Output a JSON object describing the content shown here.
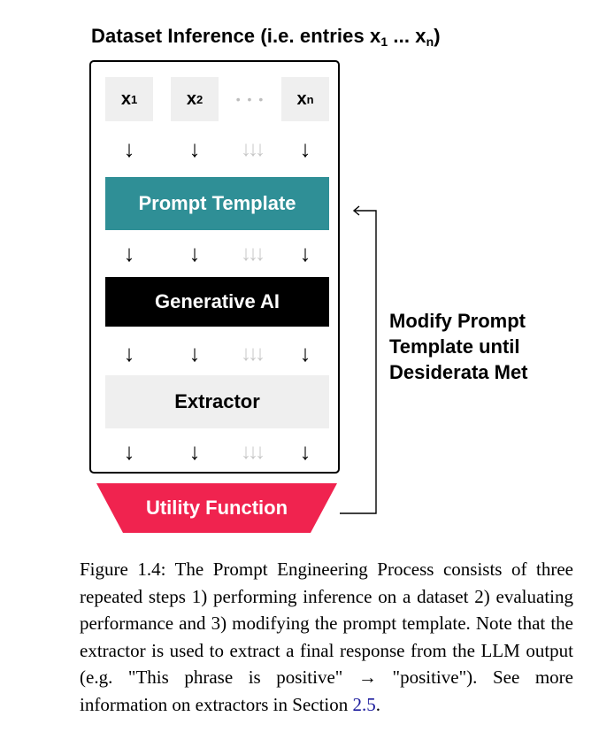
{
  "figure": {
    "title_main": "Dataset Inference (i.e. entries x",
    "title_sub1": "1",
    "title_mid": " ... x",
    "title_subn": "n",
    "title_end": ")",
    "inputs": [
      {
        "base": "x",
        "sub": "1"
      },
      {
        "base": "x",
        "sub": "2"
      },
      {
        "base": "x",
        "sub": "n"
      }
    ],
    "ellipsis": "• • •",
    "arrow_glyph": "↓",
    "faint_arrow_glyph": "↓↓↓",
    "stages": {
      "prompt_template": "Prompt Template",
      "generative_ai": "Generative AI",
      "extractor": "Extractor",
      "utility_function": "Utility Function"
    },
    "loop_label_lines": [
      "Modify Prompt",
      "Template until",
      "Desiderata Met"
    ],
    "colors": {
      "prompt_template": "#2f8f96",
      "generative_ai": "#000000",
      "extractor": "#efefef",
      "utility_function": "#f0234f"
    }
  },
  "caption": {
    "text_before_ref": "Figure 1.4: The Prompt Engineering Process consists of three repeated steps 1) performing inference on a dataset 2) evaluating performance and 3) modifying the prompt template. Note that the extractor is used to extract a final response from the LLM output (e.g. \"This phrase is positive\" → \"positive\"). See more information on extractors in Section ",
    "ref": "2.5",
    "text_after_ref": "."
  }
}
